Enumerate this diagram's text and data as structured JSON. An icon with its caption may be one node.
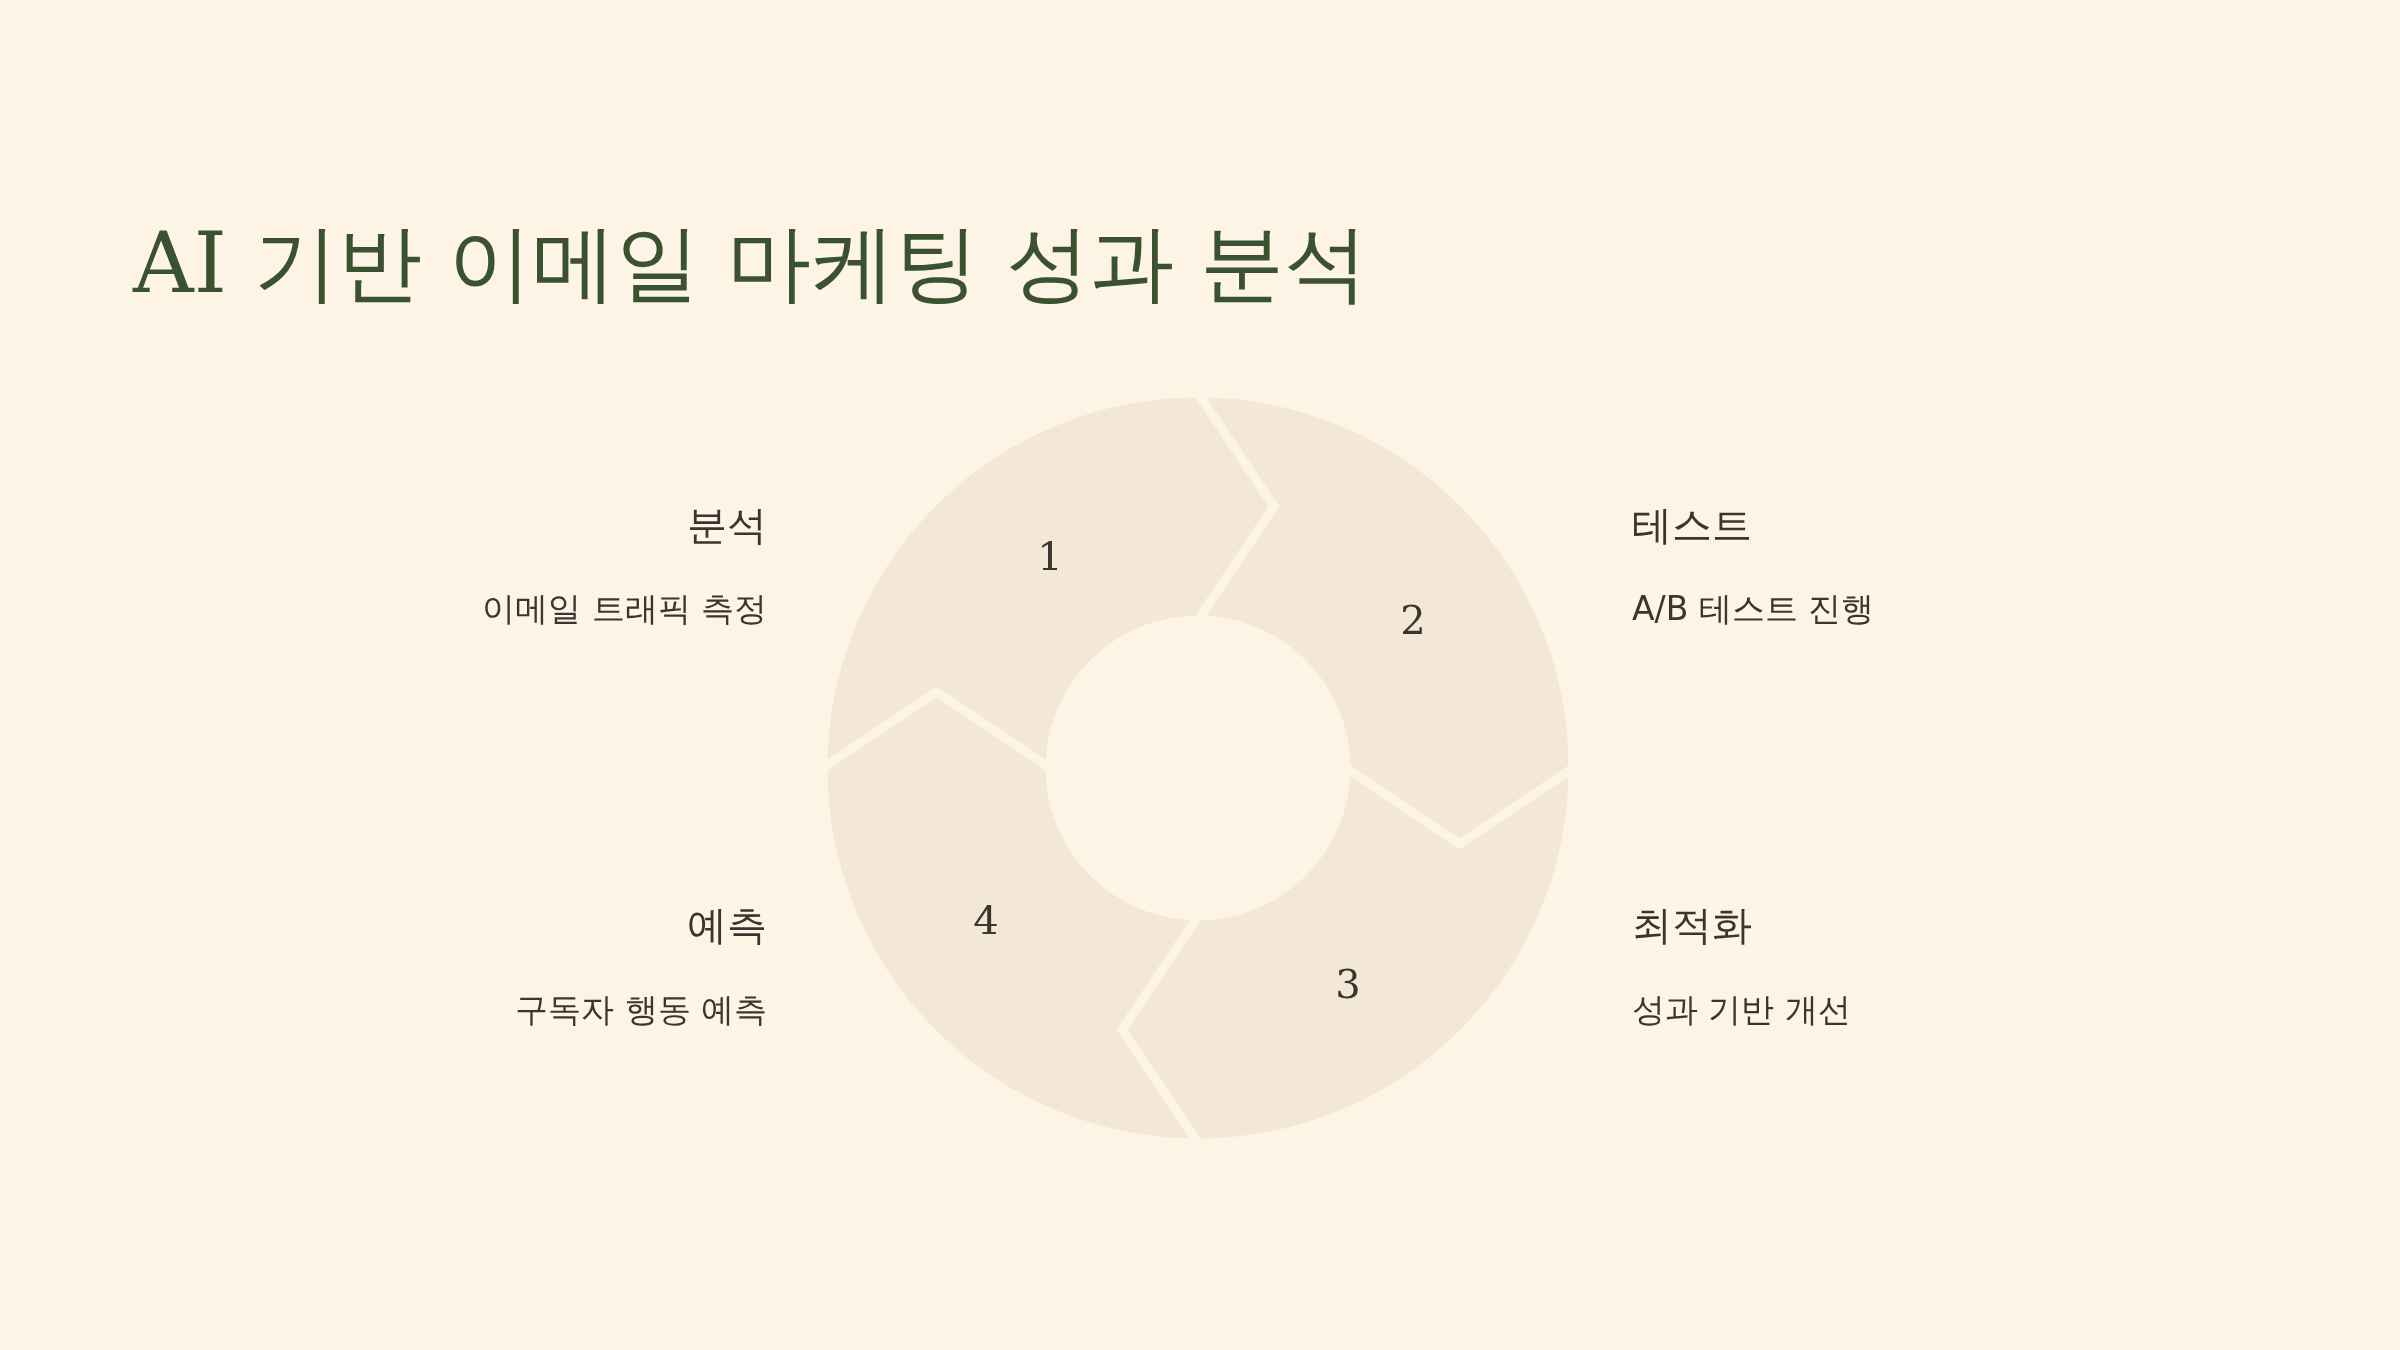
{
  "diagram": {
    "title": "AI 기반 이메일 마케팅 성과 분석",
    "nodes": [
      {
        "text": [
          "1"
        ],
        "beside": [
          "분석",
          "이메일 트래픽 측정"
        ]
      },
      {
        "text": [
          "2"
        ],
        "beside": [
          "테스트",
          "A/B 테스트 진행"
        ]
      },
      {
        "text": [
          "3"
        ],
        "beside": [
          "최적화",
          "성과 기반 개선"
        ]
      },
      {
        "text": [
          "4"
        ],
        "beside": [
          "예측",
          "구독자 행동 예측"
        ]
      }
    ]
  }
}
